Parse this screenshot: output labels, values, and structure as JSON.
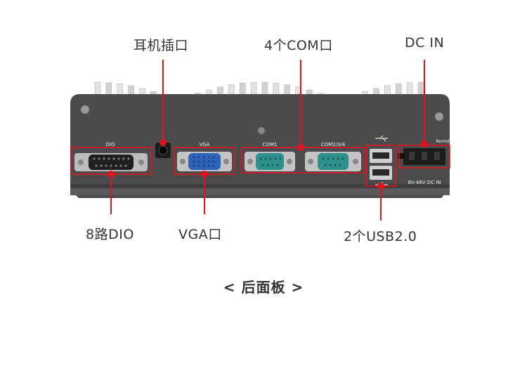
{
  "callouts": {
    "headphone": "耳机插口",
    "com": "4个COM口",
    "dcin": "DC IN",
    "dio": "8路DIO",
    "vga": "VGA口",
    "usb": "2个USB2.0"
  },
  "panel_labels": {
    "dio": "DIO",
    "vga": "VGA",
    "com1": "COM1",
    "com234": "COM2/3/4",
    "remote": "Remote",
    "power": "8V-48V DC IN"
  },
  "caption": "< 后面板 >",
  "colors": {
    "callout_red": "#e0141e",
    "chassis": "#4b4b4d",
    "heatsink": "#d9d9d9",
    "vga_blue": "#2f63b8",
    "com_teal": "#2f8f8a"
  }
}
